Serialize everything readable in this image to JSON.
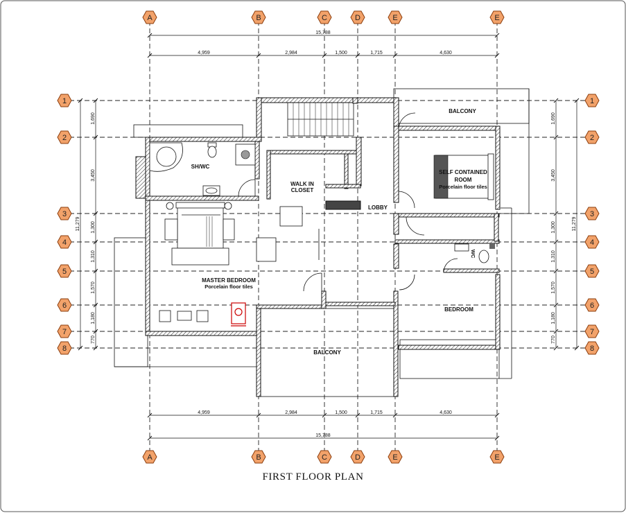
{
  "title": "FIRST FLOOR  PLAN",
  "grid_columns": [
    "A",
    "B",
    "C",
    "D",
    "E",
    "E"
  ],
  "grid_rows": [
    "1",
    "2",
    "3",
    "4",
    "5",
    "6",
    "7",
    "8"
  ],
  "dims_top": {
    "overall": "15,788",
    "segments": [
      "4,959",
      "2,984",
      "1,500",
      "1,715",
      "4,630"
    ]
  },
  "dims_bottom": {
    "overall": "15,788",
    "segments": [
      "4,959",
      "2,984",
      "1,500",
      "1,715",
      "4,630"
    ]
  },
  "dims_left": {
    "overall": "11,279",
    "segments": [
      "1,690",
      "3,450",
      "1,300",
      "1,310",
      "1,570",
      "1,180",
      "770"
    ]
  },
  "dims_right": {
    "overall": "11,279",
    "segments": [
      "1,690",
      "3,450",
      "1,300",
      "1,310",
      "1,570",
      "1,180",
      "770"
    ]
  },
  "rooms": {
    "shwc": "SH/WC",
    "walk_in": "WALK IN",
    "closet": "CLOSET",
    "lobby": "LOBBY",
    "balcony_top": "BALCONY",
    "self_contained_1": "SELF CONTAINED",
    "self_contained_2": "ROOM",
    "floor_tiles": "Porcelain floor tiles",
    "master": "MASTER BEDROOM",
    "master_tiles": "Porcelain floor tiles",
    "wc": "WC",
    "bedroom": "BEDROOM",
    "balcony_bottom": "BALCONY"
  },
  "colors": {
    "grid_bubble": "#f2a26a",
    "ink": "#111111"
  }
}
